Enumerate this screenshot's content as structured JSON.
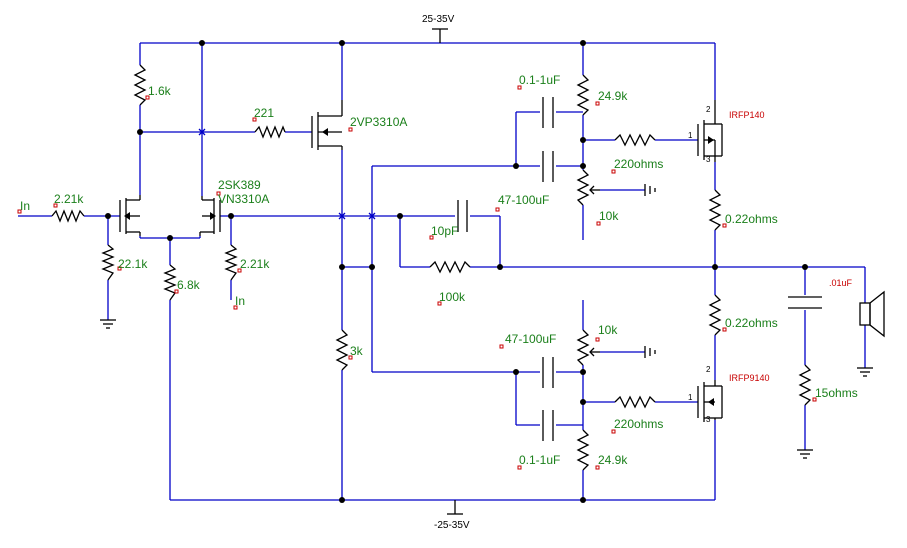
{
  "rails": {
    "positive": "25-35V",
    "negative": "-25-35V"
  },
  "inputs": {
    "in_left": "In",
    "in_right": "In"
  },
  "labels": {
    "r_in_series": "2.21k",
    "r_in_shunt": "22.1k",
    "r_top_left": "1.6k",
    "r_tail": "6.8k",
    "r_in_right": "2.21k",
    "r_gate_221": "221",
    "q_vas": "2VP3310A",
    "q_diff_a": "2SK389",
    "q_diff_b": "VN3310A",
    "r_3k": "3k",
    "c_fb": "10pF",
    "r_fb": "100k",
    "c_top_small": "0.1-1uF",
    "r_top_249": "24.9k",
    "r_top_220": "220ohms",
    "c_top_big": "47-100uF",
    "pot_top": "10k",
    "c_bot_big": "47-100uF",
    "pot_bot": "10k",
    "r_bot_220": "220ohms",
    "c_bot_small": "0.1-1uF",
    "r_bot_249": "24.9k",
    "q_top": "IRFP140",
    "q_bot": "IRFP9140",
    "r_src_top": "0.22ohms",
    "r_src_bot": "0.22ohms",
    "c_zobel": ".01uF",
    "r_zobel": "15ohms",
    "pins": {
      "p1": "1",
      "p2": "2",
      "p3": "3"
    }
  }
}
